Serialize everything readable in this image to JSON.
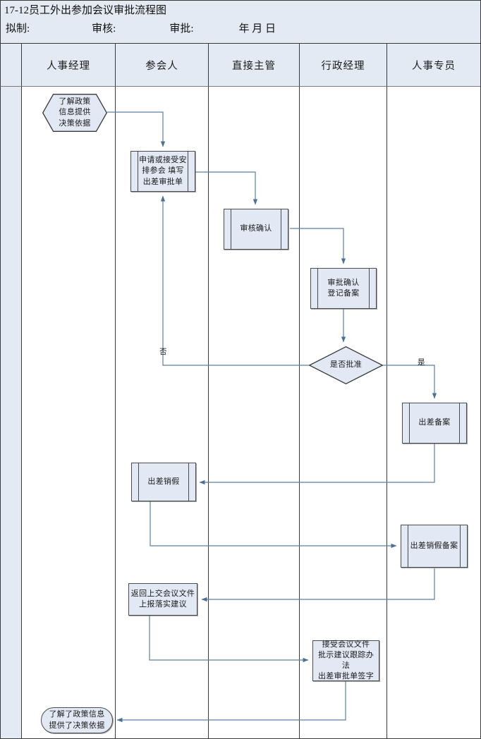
{
  "document": {
    "title": "17-12员工外出参加会议审批流程图",
    "signature_row": {
      "drafted_label": "拟制:",
      "reviewed_label": "审核:",
      "approved_label": "审批:",
      "date_label": "年 月 日"
    }
  },
  "colors": {
    "lane_header_fill": "#e4eaf4",
    "node_fill": "#e2e8f4",
    "node_stroke": "#4c4c4c",
    "connector": "#4a6f99",
    "grid_line": "#3a3a3a",
    "text": "#1a1a1a"
  },
  "lanes": [
    {
      "id": "spacer",
      "label": ""
    },
    {
      "id": "hr-manager",
      "label": "人事经理"
    },
    {
      "id": "attendee",
      "label": "参会人"
    },
    {
      "id": "direct-supervisor",
      "label": "直接主管"
    },
    {
      "id": "admin-manager",
      "label": "行政经理"
    },
    {
      "id": "hr-specialist",
      "label": "人事专员"
    }
  ],
  "nodes": [
    {
      "id": "n1",
      "lane": "hr-manager",
      "shape": "hexagon",
      "text": "了解政策\n信息提供\n决策依据"
    },
    {
      "id": "n2",
      "lane": "attendee",
      "shape": "predefined",
      "text": "申请或接受安\n排参会 填写\n出差审批单"
    },
    {
      "id": "n3",
      "lane": "direct-supervisor",
      "shape": "predefined",
      "text": "审核确认"
    },
    {
      "id": "n4",
      "lane": "admin-manager",
      "shape": "predefined",
      "text": "审批确认\n登记备案"
    },
    {
      "id": "n5",
      "lane": "admin-manager",
      "shape": "decision",
      "text": "是否批准"
    },
    {
      "id": "n6",
      "lane": "hr-specialist",
      "shape": "predefined",
      "text": "出差备案"
    },
    {
      "id": "n7",
      "lane": "attendee",
      "shape": "predefined",
      "text": "出差销假"
    },
    {
      "id": "n8",
      "lane": "hr-specialist",
      "shape": "predefined",
      "text": "出差销假备案"
    },
    {
      "id": "n9",
      "lane": "attendee",
      "shape": "process",
      "text": "返回上交会议文件\n上报落实建议"
    },
    {
      "id": "n10",
      "lane": "admin-manager",
      "shape": "process",
      "text": "接受会议文件\n批示建议跟踪办法\n出差审批单签字"
    },
    {
      "id": "n11",
      "lane": "hr-manager",
      "shape": "terminator",
      "text": "了解了政策信息\n提供了决策依据"
    }
  ],
  "edge_labels": [
    {
      "id": "no-label",
      "text": "否"
    },
    {
      "id": "yes-label",
      "text": "是"
    }
  ]
}
